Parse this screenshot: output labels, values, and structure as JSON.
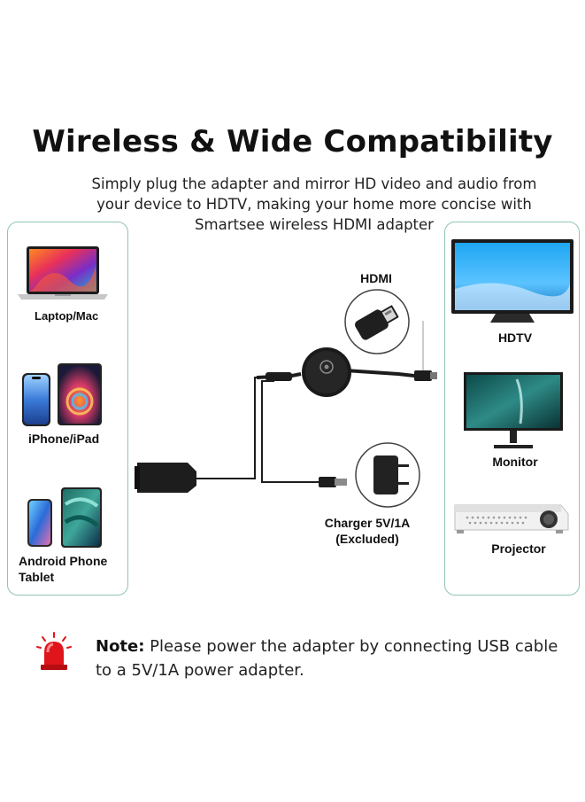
{
  "heading": {
    "title": "Wireless & Wide Compatibility",
    "subtitle": "Simply plug the adapter and mirror HD video and audio from\nyour device to HDTV, making your home more concise with\nSmartsee wireless HDMI adapter"
  },
  "sources": {
    "laptop_label": "Laptop/Mac",
    "phone_label": "iPhone/iPad",
    "android_label_line1": "Android Phone",
    "android_label_line2": "Tablet"
  },
  "adapter": {
    "hdmi_label": "HDMI",
    "charger_label_line1": "Charger 5V/1A",
    "charger_label_line2": "(Excluded)"
  },
  "displays": {
    "hdtv_label": "HDTV",
    "monitor_label": "Monitor",
    "projector_label": "Projector"
  },
  "note": {
    "prefix": "Note:",
    "text": " Please power the adapter by connecting USB cable to a 5V/1A power adapter."
  },
  "colors": {
    "panel_border": "#8fc3b8",
    "warning_red": "#e0141b"
  }
}
